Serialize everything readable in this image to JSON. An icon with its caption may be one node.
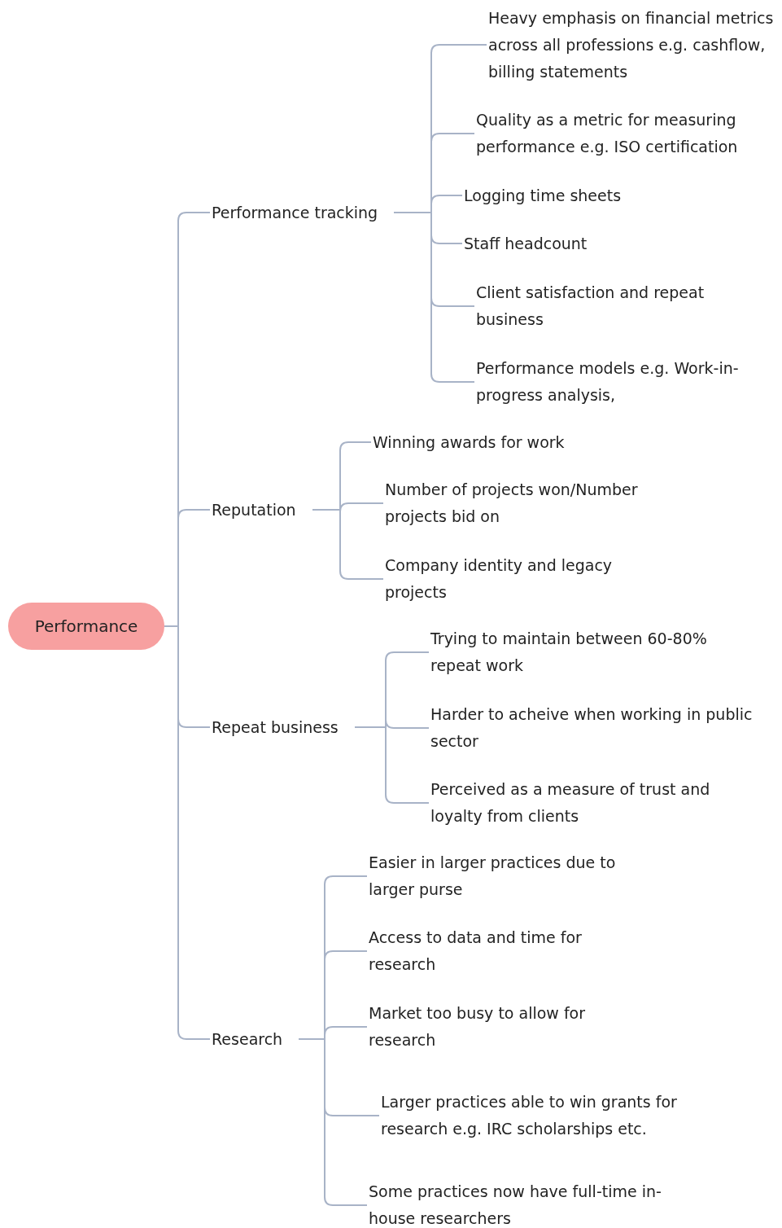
{
  "diagram": {
    "nodes": [
      {
        "text": [
          "Performance"
        ]
      },
      {
        "text": [
          "Performance tracking"
        ]
      },
      {
        "text": [
          "Heavy emphasis on financial metrics across all professions e.g. cashflow, billing statements"
        ]
      },
      {
        "text": [
          "Quality as a metric for measuring performance e.g. ISO certification"
        ]
      },
      {
        "text": [
          "Logging time sheets"
        ]
      },
      {
        "text": [
          "Staff headcount"
        ]
      },
      {
        "text": [
          "Client satisfaction and repeat business"
        ]
      },
      {
        "text": [
          "Performance models e.g. Work-in-progress analysis,"
        ]
      },
      {
        "text": [
          "Reputation"
        ]
      },
      {
        "text": [
          "Winning awards for work"
        ]
      },
      {
        "text": [
          "Number of projects won/Number projects bid on"
        ]
      },
      {
        "text": [
          "Company identity and legacy projects"
        ]
      },
      {
        "text": [
          "Repeat business"
        ]
      },
      {
        "text": [
          "Trying to maintain between 60-80% repeat work"
        ]
      },
      {
        "text": [
          "Harder to acheive when working in public sector"
        ]
      },
      {
        "text": [
          "Perceived as a measure of trust and loyalty from clients"
        ]
      },
      {
        "text": [
          "Research"
        ]
      },
      {
        "text": [
          "Easier in larger practices due to larger purse"
        ]
      },
      {
        "text": [
          "Access to data and time for research"
        ]
      },
      {
        "text": [
          "Market too busy to allow for research"
        ]
      },
      {
        "text": [
          "Larger practices able to win grants for research e.g. IRC scholarships etc."
        ]
      },
      {
        "text": [
          "Some practices now have full-time in-house researchers"
        ]
      }
    ],
    "edges": [
      {
        "from": 0,
        "to": 1,
        "arrow": "none"
      },
      {
        "from": 0,
        "to": 8,
        "arrow": "none"
      },
      {
        "from": 0,
        "to": 12,
        "arrow": "none"
      },
      {
        "from": 0,
        "to": 16,
        "arrow": "none"
      },
      {
        "from": 1,
        "to": 2,
        "arrow": "none"
      },
      {
        "from": 1,
        "to": 3,
        "arrow": "none"
      },
      {
        "from": 1,
        "to": 4,
        "arrow": "none"
      },
      {
        "from": 1,
        "to": 5,
        "arrow": "none"
      },
      {
        "from": 1,
        "to": 6,
        "arrow": "none"
      },
      {
        "from": 1,
        "to": 7,
        "arrow": "none"
      },
      {
        "from": 8,
        "to": 9,
        "arrow": "none"
      },
      {
        "from": 8,
        "to": 10,
        "arrow": "none"
      },
      {
        "from": 8,
        "to": 11,
        "arrow": "none"
      },
      {
        "from": 12,
        "to": 13,
        "arrow": "none"
      },
      {
        "from": 12,
        "to": 14,
        "arrow": "none"
      },
      {
        "from": 12,
        "to": 15,
        "arrow": "none"
      },
      {
        "from": 16,
        "to": 17,
        "arrow": "none"
      },
      {
        "from": 16,
        "to": 18,
        "arrow": "none"
      },
      {
        "from": 16,
        "to": 19,
        "arrow": "none"
      },
      {
        "from": 16,
        "to": 20,
        "arrow": "none"
      },
      {
        "from": 16,
        "to": 21,
        "arrow": "none"
      }
    ]
  }
}
